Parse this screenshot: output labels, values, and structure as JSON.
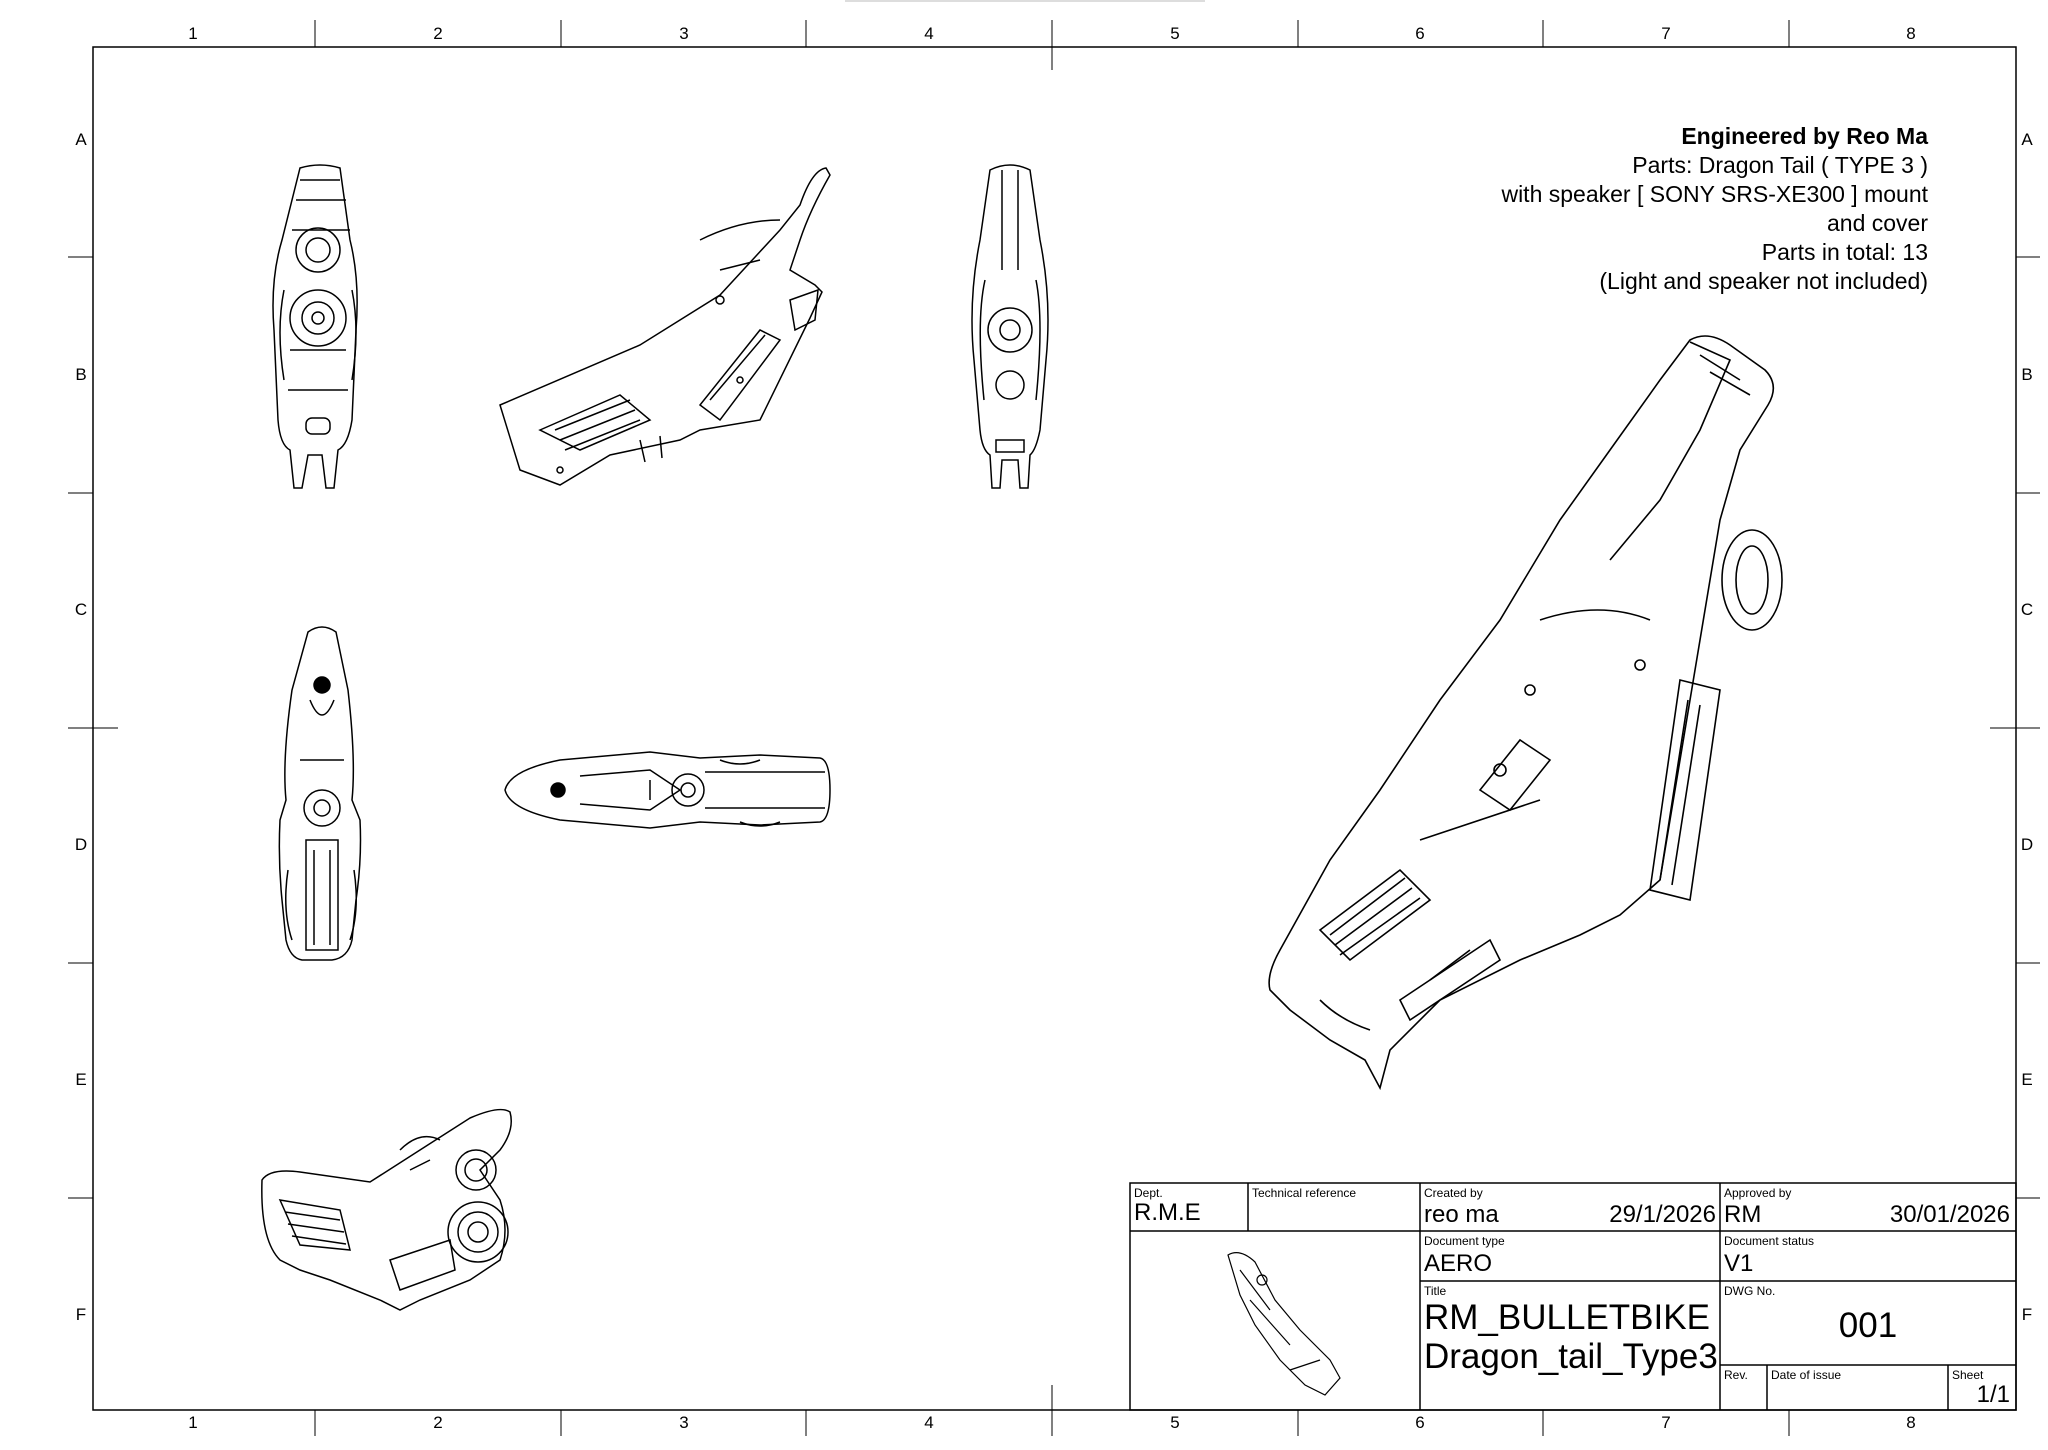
{
  "zones": {
    "columns": [
      "1",
      "2",
      "3",
      "4",
      "5",
      "6",
      "7",
      "8"
    ],
    "rows": [
      "A",
      "B",
      "C",
      "D",
      "E",
      "F"
    ]
  },
  "notes": {
    "author": "Engineered by Reo Ma",
    "lines": [
      "Parts: Dragon Tail ( TYPE 3 )",
      "with speaker [ SONY SRS-XE300 ] mount",
      "and cover",
      "Parts in total: 13",
      "(Light and speaker not included)"
    ]
  },
  "title_block": {
    "dept_caption": "Dept.",
    "dept": "R.M.E",
    "tech_ref_caption": "Technical reference",
    "created_by_caption": "Created by",
    "created_by": "reo ma",
    "created_date": "29/1/2026",
    "approved_by_caption": "Approved by",
    "approved_by": "RM",
    "approved_date": "30/01/2026",
    "doc_type_caption": "Document type",
    "doc_type": "AERO",
    "doc_status_caption": "Document status",
    "doc_status": "V1",
    "title_caption": "Title",
    "title_line1": "RM_BULLETBIKE",
    "title_line2": "Dragon_tail_Type3",
    "dwg_caption": "DWG No.",
    "dwg_no": "001",
    "rev_caption": "Rev.",
    "date_issue_caption": "Date of issue",
    "sheet_caption": "Sheet",
    "sheet": "1/1"
  },
  "views": [
    "top-view",
    "side-view",
    "front-view",
    "bottom-view",
    "side-view-horizontal",
    "iso-view-rear",
    "iso-view-main",
    "thumbnail-view"
  ]
}
